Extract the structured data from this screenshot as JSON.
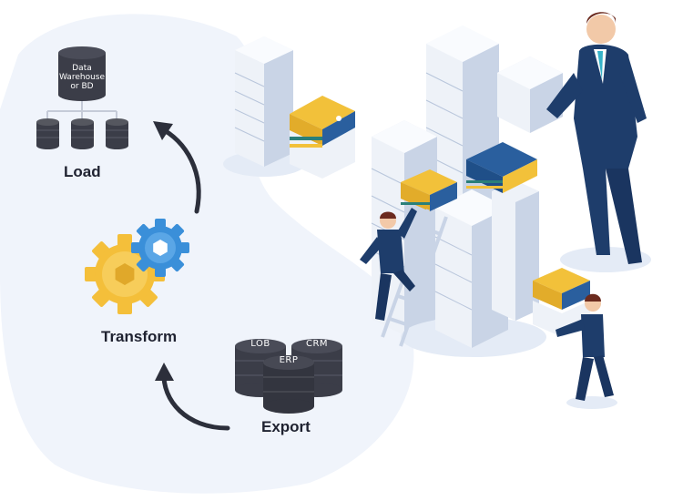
{
  "stages": {
    "load": {
      "label": "Load",
      "db_text": [
        "Data",
        "Warehouse",
        "or BD"
      ]
    },
    "transform": {
      "label": "Transform"
    },
    "export": {
      "label": "Export",
      "databases": [
        "LOB",
        "CRM",
        "ERP"
      ]
    }
  },
  "colors": {
    "background_blob": "#f0f4fb",
    "db_dark": "#3b3d48",
    "db_mid": "#4a4c58",
    "arrow": "#2c2f3b",
    "gear_yellow": "#f4bf3a",
    "gear_blue": "#3a8fd9",
    "server_white": "#eef2f8",
    "server_shadow": "#c9d4e6",
    "suit_navy": "#1e3d6b",
    "folder_yellow": "#f2c13a",
    "folder_blue": "#2a5f9e"
  },
  "icons": [
    "database-icon",
    "gear-icon",
    "arrow-icon",
    "server-icon",
    "person-icon",
    "folder-stack-icon"
  ]
}
